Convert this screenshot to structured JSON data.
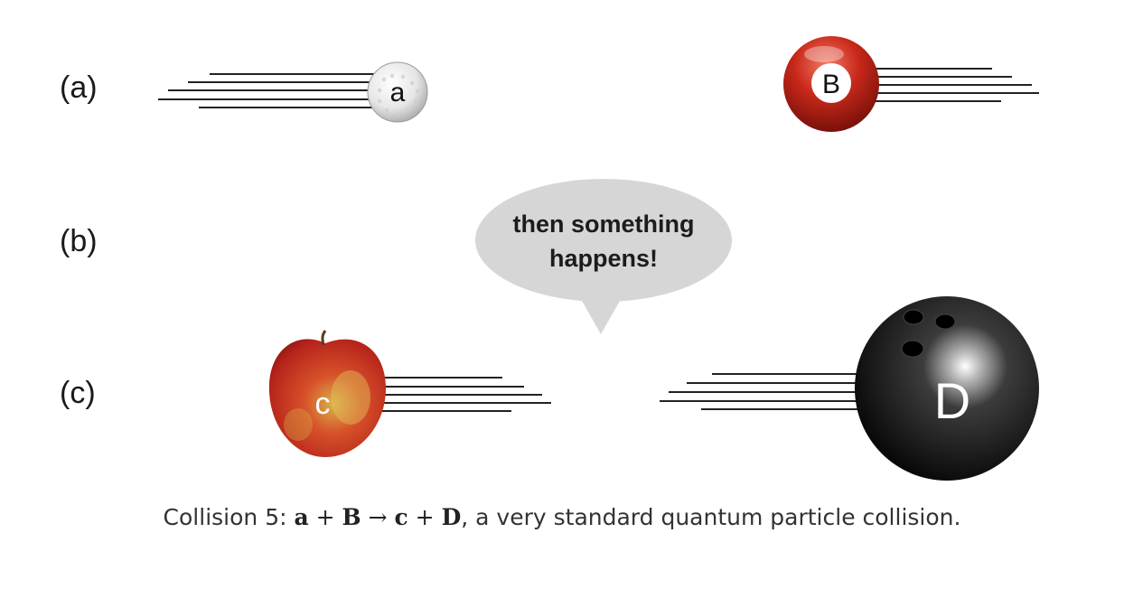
{
  "rows": {
    "a": "(a)",
    "b": "(b)",
    "c": "(c)"
  },
  "particles": {
    "a": {
      "letter": "a",
      "object": "golf-ball",
      "color": "#eeeeee"
    },
    "B": {
      "letter": "B",
      "object": "billiard-ball",
      "color": "#c0281c"
    },
    "c": {
      "letter": "c",
      "object": "apple",
      "color": "#d23a22"
    },
    "D": {
      "letter": "D",
      "object": "bowling-ball",
      "color": "#111111"
    }
  },
  "speech_bubble": {
    "line1": "then something",
    "line2": "happens!",
    "color": "#d6d6d6"
  },
  "caption": {
    "prefix": "Collision 5: ",
    "term_a": "a",
    "plus1": " + ",
    "term_B": "B",
    "arrow": " → ",
    "term_c": "c",
    "plus2": " + ",
    "term_D": "D",
    "suffix": ", a very standard quantum particle collision."
  }
}
